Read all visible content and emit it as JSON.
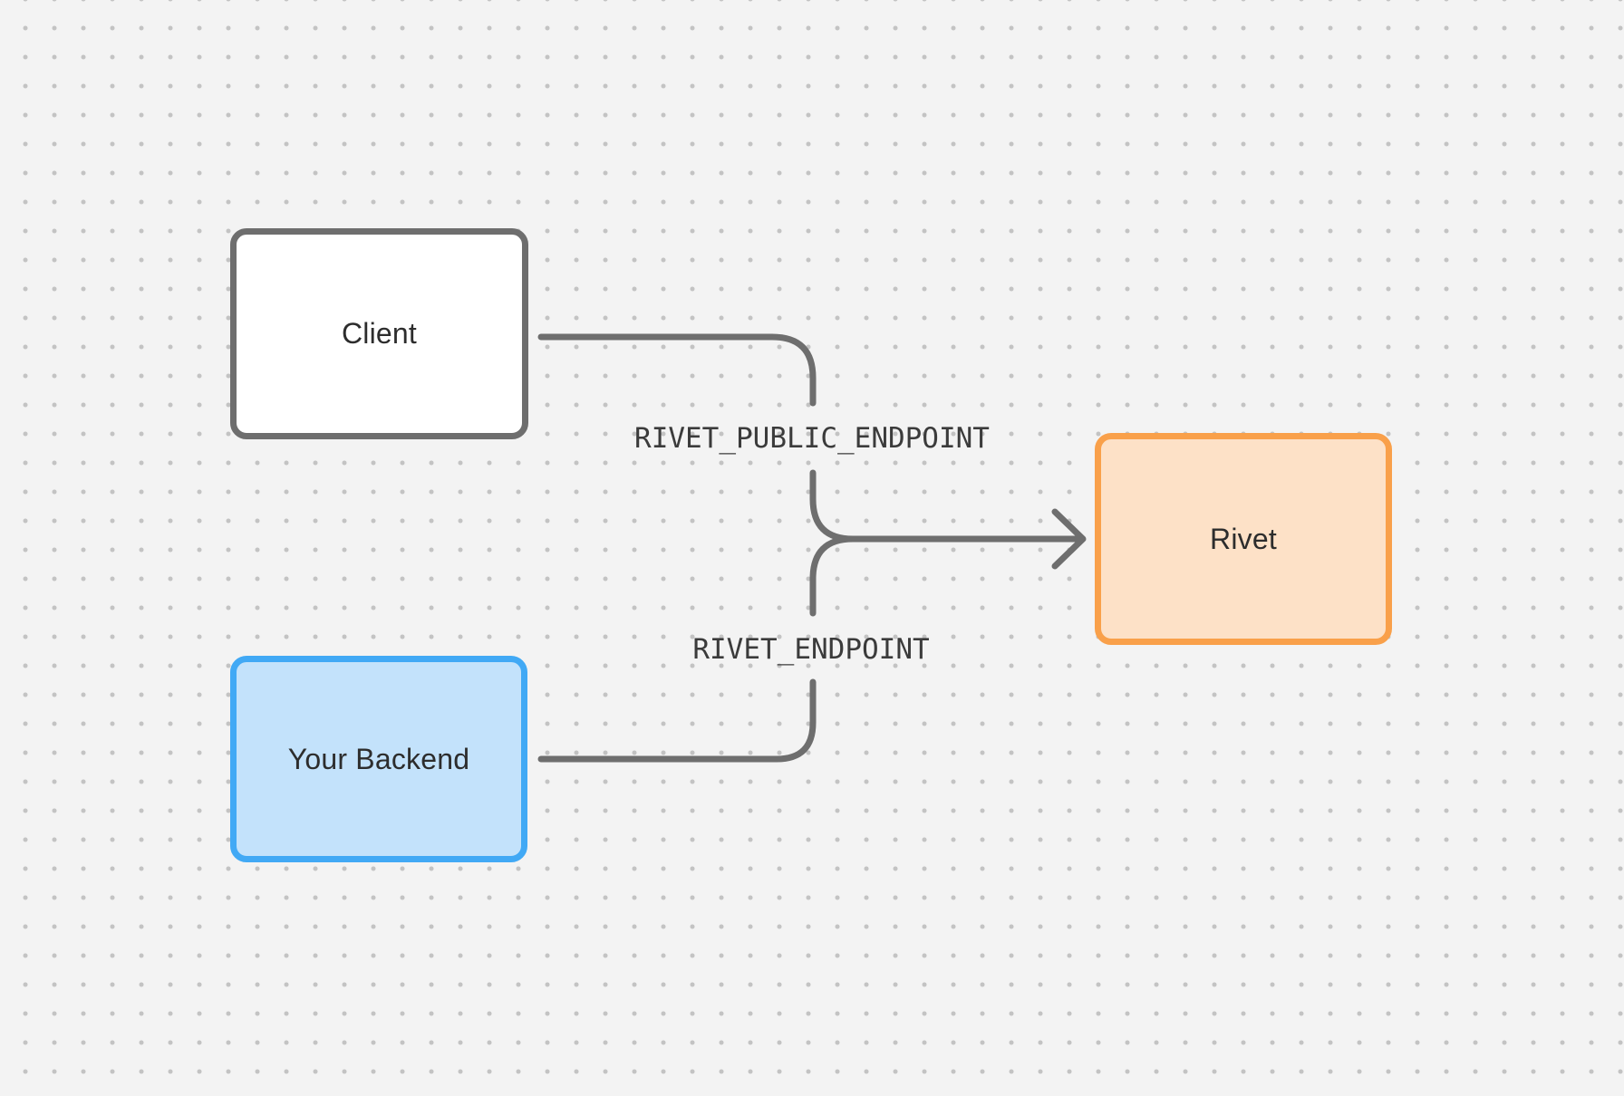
{
  "diagram": {
    "nodes": [
      {
        "id": "client",
        "label": "Client"
      },
      {
        "id": "backend",
        "label": "Your Backend"
      },
      {
        "id": "rivet",
        "label": "Rivet"
      }
    ],
    "edges": [
      {
        "from": "client",
        "to": "rivet",
        "label": "RIVET_PUBLIC_ENDPOINT"
      },
      {
        "from": "backend",
        "to": "rivet",
        "label": "RIVET_ENDPOINT"
      }
    ]
  },
  "colors": {
    "background": "#f3f3f3",
    "dot": "#c3c3c3",
    "connector": "#6e6e6e",
    "label_text": "#3b3b3b",
    "node_text": "#2d2d2d",
    "client_fill": "#ffffff",
    "client_border": "#6e6e6e",
    "backend_fill": "#c3e2fb",
    "backend_border": "#41a9f5",
    "rivet_fill": "#fde1c7",
    "rivet_border": "#f9a04a"
  }
}
